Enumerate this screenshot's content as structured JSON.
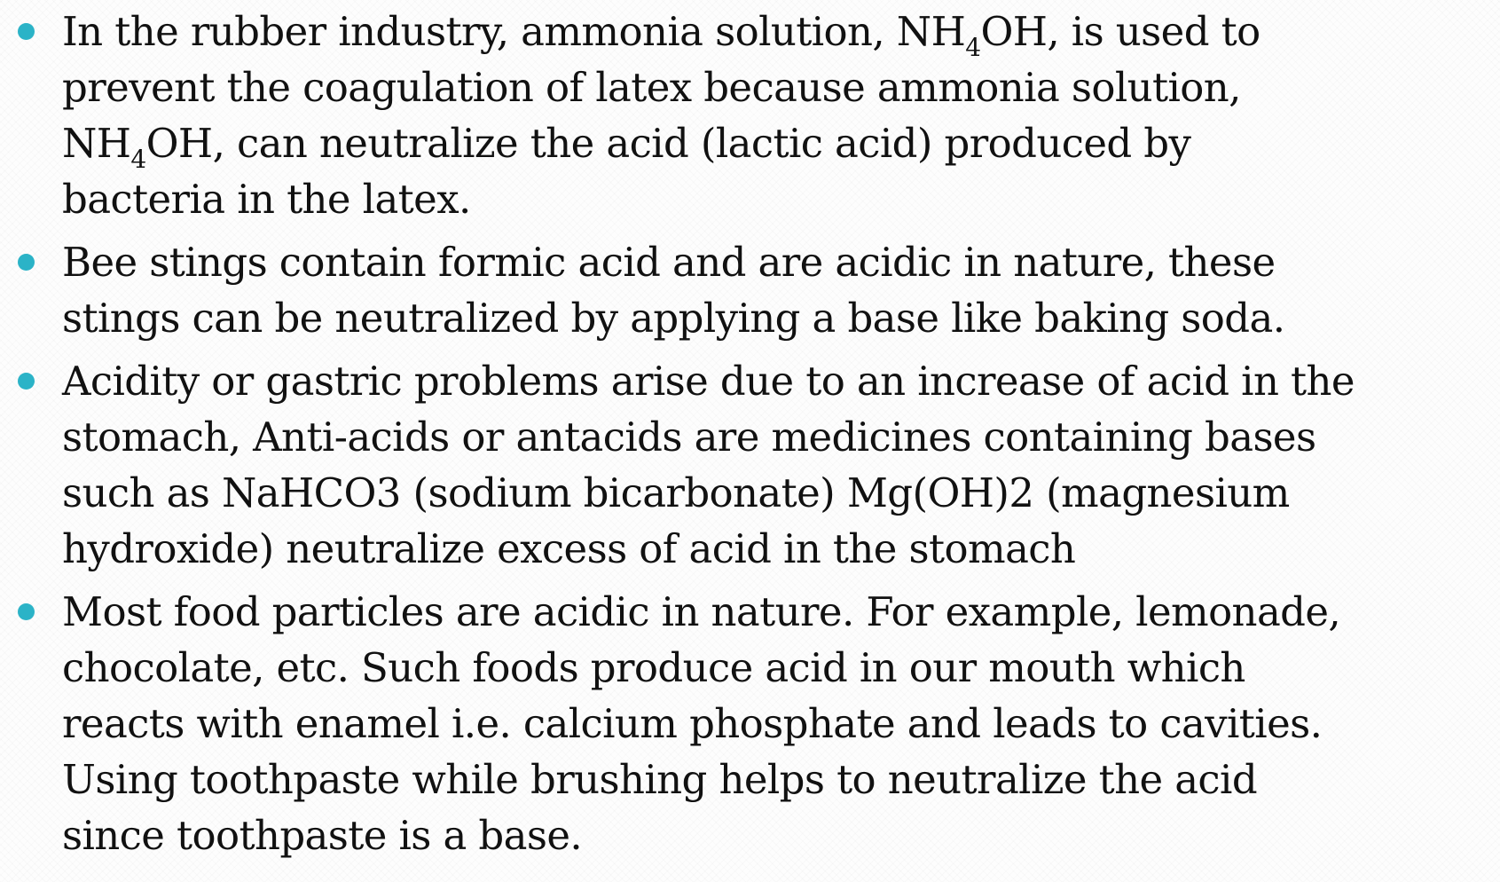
{
  "colors": {
    "bullet": "#2bb3c7",
    "text": "#111111",
    "background": "#fdfdfd"
  },
  "bullets": [
    {
      "icon": "bullet-dot-icon",
      "lines": [
        [
          "In the rubber industry, ammonia solution, NH",
          "4",
          "OH, is used to"
        ],
        [
          "prevent the coagulation of latex because ammonia solution,"
        ],
        [
          "NH",
          "4",
          "OH, can neutralize the acid (lactic acid) produced by"
        ],
        [
          "bacteria in the latex."
        ]
      ]
    },
    {
      "icon": "bullet-dot-icon",
      "lines": [
        [
          "Bee stings contain formic acid and are acidic in nature, these"
        ],
        [
          "stings can be neutralized by applying a base like baking soda."
        ]
      ]
    },
    {
      "icon": "bullet-dot-icon",
      "lines": [
        [
          "Acidity or gastric problems arise due to an increase of acid in the"
        ],
        [
          "stomach, Anti-acids or antacids are medicines containing bases"
        ],
        [
          "such as NaHCO3 (sodium bicarbonate) Mg(OH)2  (magnesium"
        ],
        [
          "hydroxide) neutralize excess of acid in the stomach"
        ]
      ]
    },
    {
      "icon": "bullet-dot-icon",
      "lines": [
        [
          "Most food particles are acidic in nature. For example, lemonade,"
        ],
        [
          "chocolate, etc. Such foods produce acid in our mouth which"
        ],
        [
          "reacts with enamel i.e. calcium phosphate and leads to cavities."
        ],
        [
          "Using toothpaste while brushing helps to neutralize the acid"
        ],
        [
          "since toothpaste is a base."
        ]
      ]
    }
  ]
}
